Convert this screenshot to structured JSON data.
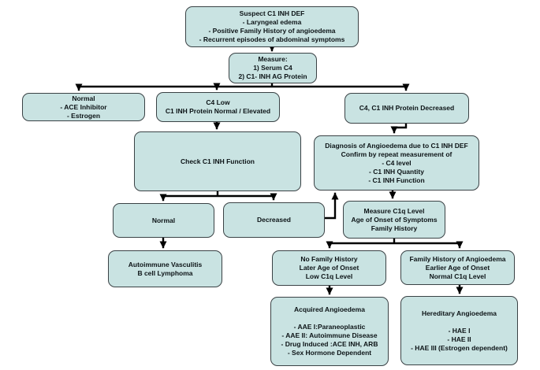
{
  "diagram": {
    "title": "C1 INH deficiency angioedema diagnostic flowchart",
    "colors": {
      "node_fill": "#c9e3e2",
      "node_border": "#3a4245",
      "text": "#0c1316",
      "connector": "#000000",
      "background": "#ffffff"
    },
    "nodes": {
      "suspect": {
        "lines": [
          "Suspect C1 INH DEF",
          "-  Laryngeal edema",
          "-  Positive Family History of angioedema",
          "-  Recurrent episodes of abdominal symptoms"
        ]
      },
      "measure": {
        "lines": [
          "Measure:",
          "1) Serum C4",
          "2) C1- INH AG Protein"
        ]
      },
      "normal_meds": {
        "lines": [
          "Normal",
          "- ACE Inhibitor",
          "-  Estrogen"
        ]
      },
      "c4_low": {
        "lines": [
          "C4 Low",
          "C1 INH Protein Normal / Elevated"
        ]
      },
      "c4_c1_decreased": {
        "lines": [
          "C4, C1 INH Protein Decreased"
        ]
      },
      "check_function": {
        "lines": [
          "Check C1 INH Function"
        ]
      },
      "diagnosis": {
        "lines": [
          "Diagnosis of Angioedema due to C1 INH DEF",
          "Confirm by repeat measurement of",
          "- C4 level",
          "- C1 INH Quantity",
          "- C1 INH Function"
        ]
      },
      "function_normal": {
        "lines": [
          "Normal"
        ]
      },
      "function_decreased": {
        "lines": [
          "Decreased"
        ]
      },
      "measure_c1q": {
        "lines": [
          "Measure C1q Level",
          "Age of Onset of Symptoms",
          "Family History"
        ]
      },
      "autoimmune": {
        "lines": [
          "Autoimmune Vasculitis",
          "B cell Lymphoma"
        ]
      },
      "no_family": {
        "lines": [
          "No Family History",
          "Later Age of Onset",
          "Low C1q Level"
        ]
      },
      "family": {
        "lines": [
          "Family History of Angioedema",
          "Earlier Age of Onset",
          "Normal C1q Level"
        ]
      },
      "acquired": {
        "lines": [
          "Acquired Angioedema",
          "",
          "- AAE I:Paraneoplastic",
          "- AAE II: Autoimmune Disease",
          "- Drug Induced :ACE INH, ARB",
          "- Sex Hormone Dependent"
        ]
      },
      "hereditary": {
        "lines": [
          "Hereditary Angioedema",
          "",
          "- HAE I",
          "- HAE II",
          "- HAE III (Estrogen dependent)"
        ]
      }
    },
    "edges": [
      {
        "from": "suspect",
        "to": "measure"
      },
      {
        "from": "measure",
        "to": "normal_meds"
      },
      {
        "from": "measure",
        "to": "c4_low"
      },
      {
        "from": "measure",
        "to": "c4_c1_decreased"
      },
      {
        "from": "c4_low",
        "to": "check_function"
      },
      {
        "from": "c4_c1_decreased",
        "to": "diagnosis"
      },
      {
        "from": "check_function",
        "to": "function_normal"
      },
      {
        "from": "check_function",
        "to": "function_decreased"
      },
      {
        "from": "function_decreased",
        "to": "diagnosis"
      },
      {
        "from": "function_normal",
        "to": "autoimmune"
      },
      {
        "from": "diagnosis",
        "to": "measure_c1q"
      },
      {
        "from": "measure_c1q",
        "to": "no_family"
      },
      {
        "from": "measure_c1q",
        "to": "family"
      },
      {
        "from": "no_family",
        "to": "acquired"
      },
      {
        "from": "family",
        "to": "hereditary"
      }
    ]
  }
}
